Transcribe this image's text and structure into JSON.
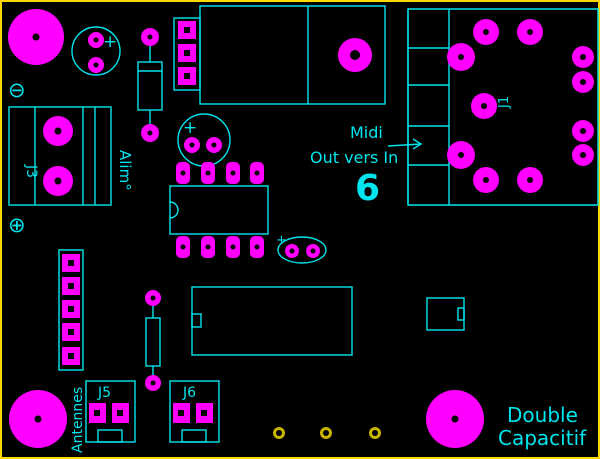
{
  "board": {
    "outline_color": "#ffd800",
    "silk_color": "#00e5ee",
    "pad_color": "#ff00ff",
    "via_color": "#c8b400",
    "background": "#000000"
  },
  "labels": {
    "j1": "J1",
    "j3": "J3",
    "j5": "J5",
    "j6": "J6",
    "minus": "⊖",
    "plus": "⊕",
    "cap_plus_1": "+",
    "cap_plus_2": "+",
    "cap_plus_3": "+",
    "alim": "Alim°",
    "midi_line1": "Midi",
    "midi_line2": "Out vers In",
    "midi_number": "6",
    "antennes": "Antennes",
    "double_line1": "Double",
    "double_line2": "Capacitif"
  }
}
